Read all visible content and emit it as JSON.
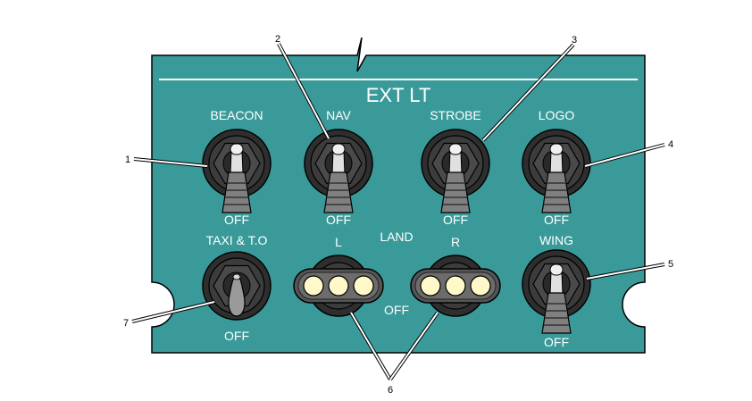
{
  "panel": {
    "title": "EXT LT",
    "color": "#3a9a9a"
  },
  "switches": {
    "beacon": {
      "name": "BEACON",
      "state": "OFF"
    },
    "nav": {
      "name": "NAV",
      "state": "OFF"
    },
    "strobe": {
      "name": "STROBE",
      "state": "OFF"
    },
    "logo": {
      "name": "LOGO",
      "state": "OFF"
    },
    "taxi": {
      "name": "TAXI & T.O",
      "state": "OFF"
    },
    "wing": {
      "name": "WING",
      "state": "OFF"
    }
  },
  "land": {
    "label": "LAND",
    "left": "L",
    "right": "R",
    "state": "OFF"
  },
  "callouts": [
    "1",
    "2",
    "3",
    "4",
    "5",
    "6",
    "7"
  ]
}
